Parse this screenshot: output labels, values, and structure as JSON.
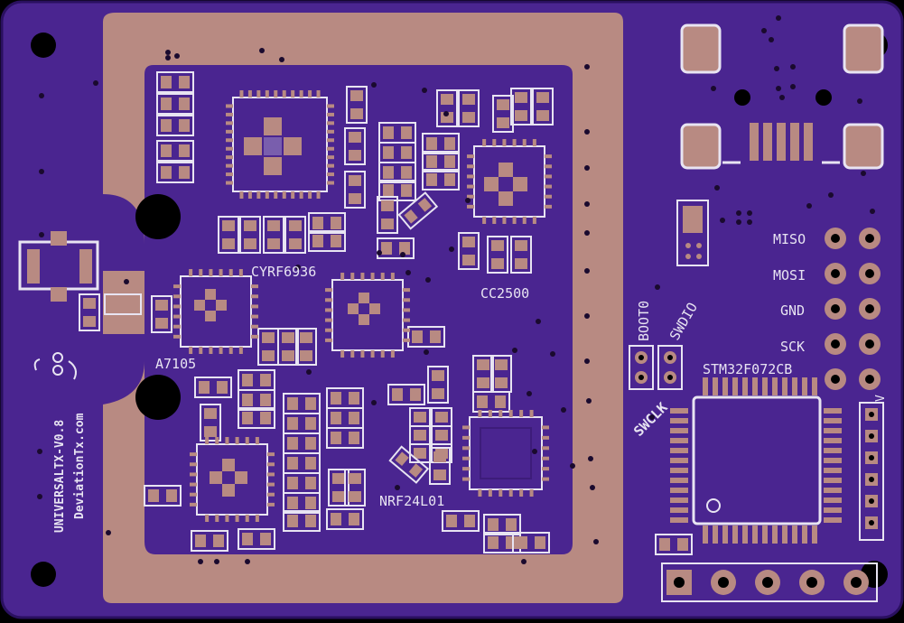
{
  "board": {
    "colors": {
      "mask": "#4a2590",
      "mask_dark": "#3d1c7a",
      "copper_pad": "#b88a82",
      "silk": "#e8e4f2",
      "via": "#1a0a2e",
      "hole": "#000000"
    },
    "labels": {
      "cyrf": "CYRF6936",
      "cc2500": "CC2500",
      "a7105": "A7105",
      "nrf": "NRF24L01",
      "stm": "STM32F072CB",
      "boot0": "BOOT0",
      "swdio": "SWDIO",
      "swclk": "SWCLK",
      "miso": "MISO",
      "mosi": "MOSI",
      "gnd": "GND",
      "sck": "SCK",
      "v": "V",
      "side_title": "UNIVERSALTX-V0.8",
      "side_url": "DeviationTx.com"
    }
  }
}
